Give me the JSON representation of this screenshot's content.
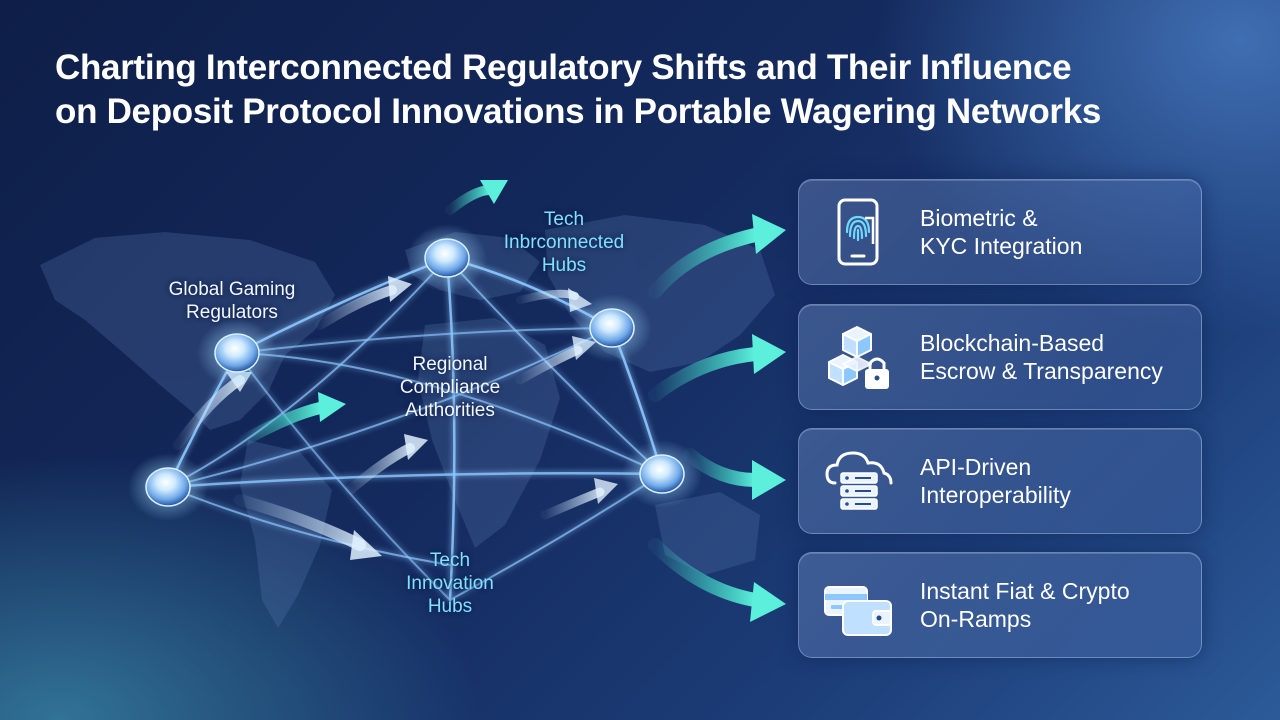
{
  "title": {
    "line1": "Charting Interconnected Regulatory Shifts and Their Influence",
    "line2": "on Deposit Protocol Innovations in Portable Wagering Networks"
  },
  "nodes": {
    "global_regulators": {
      "line1": "Global Gaming",
      "line2": "Regulators"
    },
    "regional_authorities": {
      "line1": "Regional",
      "line2": "Compliance",
      "line3": "Authorities"
    },
    "tech_interconnected": {
      "line1": "Tech",
      "line2": "Inbrconnected",
      "line3": "Hubs"
    },
    "tech_innovation": {
      "line1": "Tech",
      "line2": "Innovation",
      "line3": "Hubs"
    }
  },
  "cards": [
    {
      "icon": "biometric-phone-fingerprint-icon",
      "line1": "Biometric &",
      "line2": "KYC Integration"
    },
    {
      "icon": "blockchain-cubes-lock-icon",
      "line1": "Blockchain-Based",
      "line2": "Escrow & Transparency"
    },
    {
      "icon": "cloud-server-api-icon",
      "line1": "API-Driven",
      "line2": "Interoperability"
    },
    {
      "icon": "cards-wallet-icon",
      "line1": "Instant Fiat & Crypto",
      "line2": "On-Ramps"
    }
  ],
  "colors": {
    "accent_teal": "#46d8c8",
    "glow_blue": "#6fb8ff",
    "label_cyan": "#7fe0ff",
    "background_dark": "#0e1e48"
  }
}
